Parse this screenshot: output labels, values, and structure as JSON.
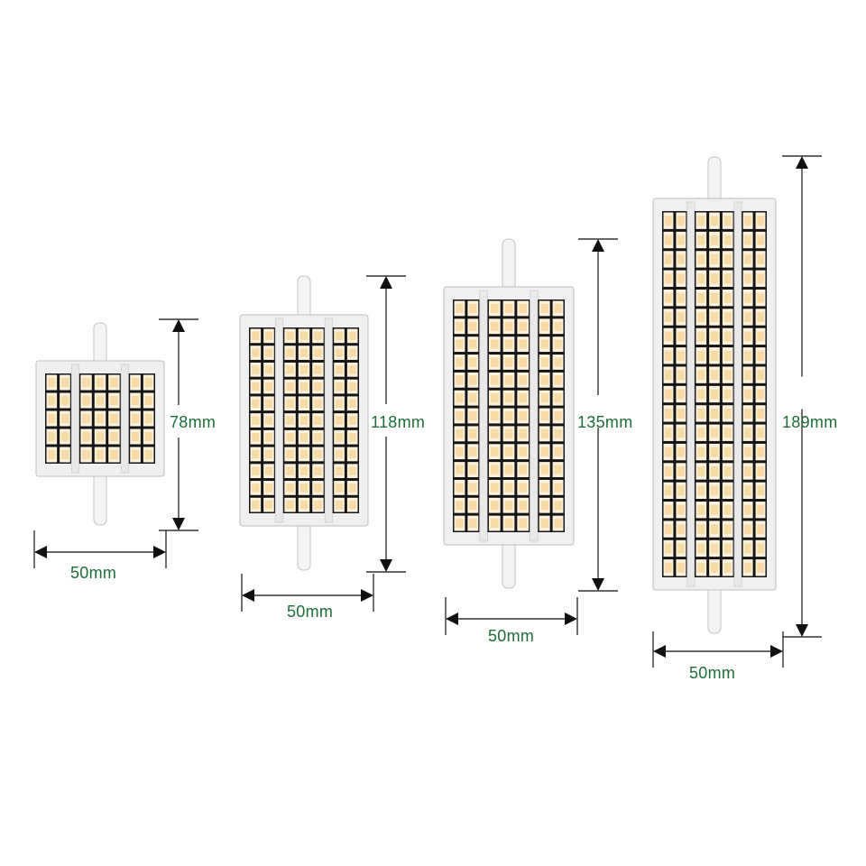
{
  "products": [
    {
      "name": "bulb-78",
      "length_label": "78mm",
      "width_label": "50mm",
      "led_rows": 5
    },
    {
      "name": "bulb-118",
      "length_label": "118mm",
      "width_label": "50mm",
      "led_rows": 11
    },
    {
      "name": "bulb-135",
      "length_label": "135mm",
      "width_label": "50mm",
      "led_rows": 13
    },
    {
      "name": "bulb-189",
      "length_label": "189mm",
      "width_label": "50mm",
      "led_rows": 19
    }
  ],
  "colors": {
    "label_green": "#1e6e3a",
    "body_white": "#f0f0f0",
    "led_panel": "#151515",
    "led_chip": "#f7dba6"
  }
}
